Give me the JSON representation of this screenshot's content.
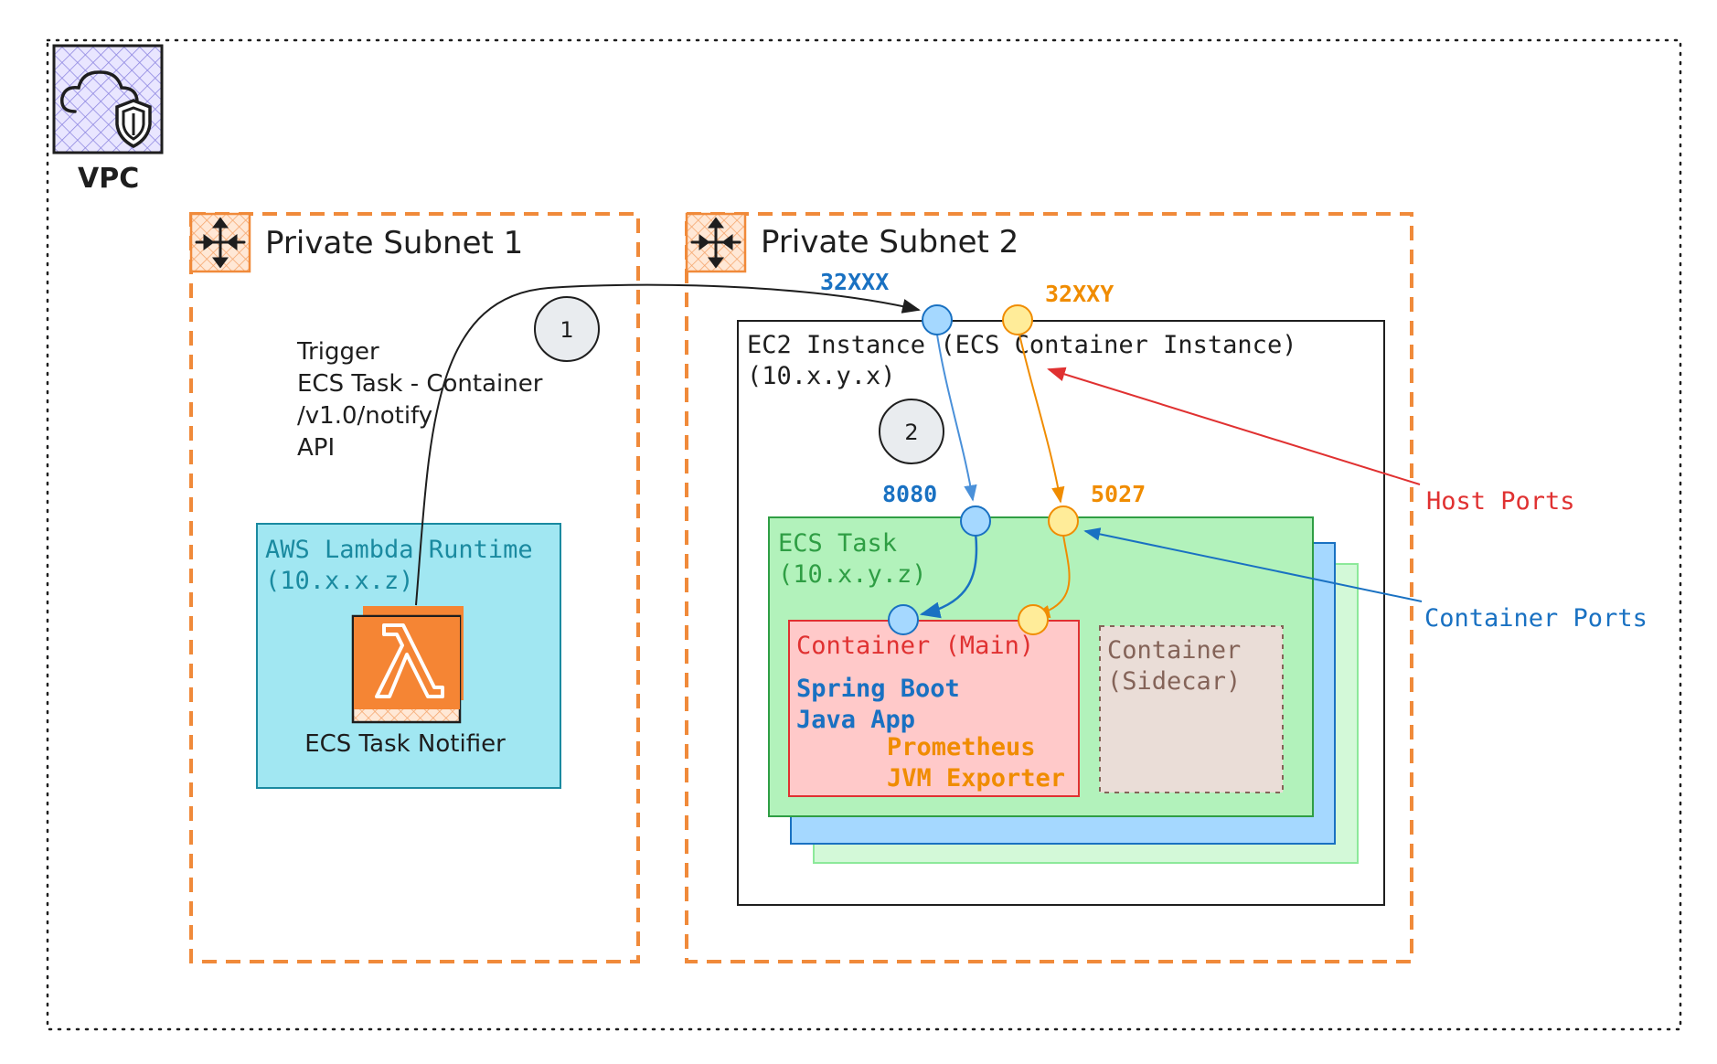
{
  "vpc": {
    "label": "VPC",
    "icon": "vpc-shield-cloud-icon"
  },
  "subnet1": {
    "label": "Private Subnet 1",
    "icon": "subnet-arrows-icon"
  },
  "subnet2": {
    "label": "Private Subnet 2",
    "icon": "subnet-arrows-icon"
  },
  "trigger": {
    "lines": [
      "Trigger",
      "ECS Task - Container",
      "/v1.0/notify",
      "API"
    ]
  },
  "lambda": {
    "title_line1": "AWS Lambda Runtime",
    "title_line2": "(10.x.x.z)",
    "icon": "lambda-icon",
    "name": "ECS Task Notifier"
  },
  "steps": {
    "one": "1",
    "two": "2"
  },
  "ec2": {
    "title_line1": "EC2 Instance (ECS Container Instance)",
    "title_line2": "(10.x.y.x)"
  },
  "ports": {
    "host_blue": "32XXX",
    "host_orange": "32XXY",
    "container_blue": "8080",
    "container_orange": "5027"
  },
  "task": {
    "title_line1": "ECS Task",
    "title_line2": "(10.x.y.z)"
  },
  "container_main": {
    "title": "Container (Main)",
    "app_line1": "Spring Boot",
    "app_line2": "Java App",
    "exporter_line1": "Prometheus",
    "exporter_line2": "JVM Exporter"
  },
  "container_sidecar": {
    "title_line1": "Container",
    "title_line2": "(Sidecar)"
  },
  "callouts": {
    "host_ports": "Host Ports",
    "container_ports": "Container Ports"
  },
  "colors": {
    "subnet_orange": "#f08a3a",
    "lambda_bg": "#a1e7f2",
    "lambda_text": "#1a8aa0",
    "task_green": "#b2f2bb",
    "task_text": "#2f9e44",
    "task_stack_blue": "#a5d8ff",
    "main_red": "#ffc9c9",
    "main_text": "#e03131",
    "sidecar_bg": "#eaddd7",
    "sidecar_text": "#846358",
    "port_blue": "#1971c2",
    "port_orange": "#f08c00",
    "host_red": "#e03131"
  }
}
